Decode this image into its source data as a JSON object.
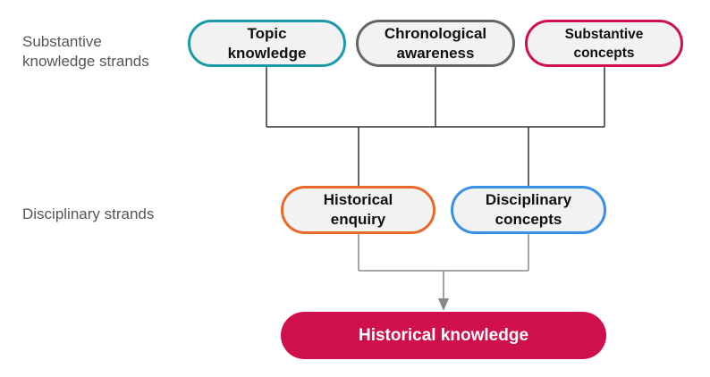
{
  "labels": {
    "substantive": "Substantive\nknowledge strands",
    "disciplinary": "Disciplinary strands"
  },
  "nodes": {
    "topic": "Topic\nknowledge",
    "chronological": "Chronological\nawareness",
    "substantive_concepts": "Substantive\nconcepts",
    "historical_enquiry": "Historical\nenquiry",
    "disciplinary_concepts": "Disciplinary\nconcepts",
    "historical_knowledge": "Historical knowledge"
  },
  "colors": {
    "topic_border": "#1a9aa8",
    "chronological_border": "#666666",
    "substantive_concepts_border": "#d0104c",
    "historical_enquiry_border": "#e8692a",
    "disciplinary_concepts_border": "#3a8fe6",
    "historical_knowledge_fill": "#d0104c",
    "connector_dark": "#333333",
    "connector_light": "#888888"
  }
}
